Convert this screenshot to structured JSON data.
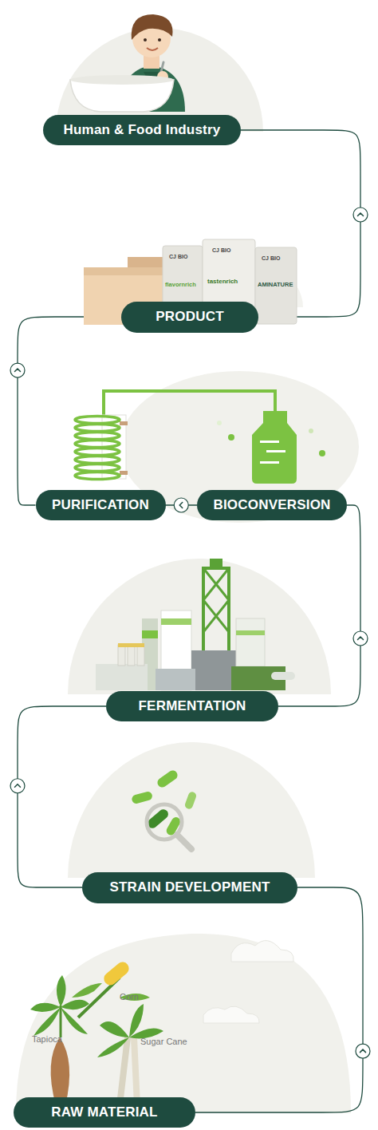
{
  "diagram": {
    "nodes": [
      {
        "text": [
          "Human & Food Industry"
        ]
      },
      {
        "text": [
          "PRODUCT"
        ]
      },
      {
        "text": [
          "PURIFICATION"
        ]
      },
      {
        "text": [
          "BIOCONVERSION"
        ]
      },
      {
        "text": [
          "FERMENTATION"
        ]
      },
      {
        "text": [
          "STRAIN DEVELOPMENT"
        ]
      },
      {
        "text": [
          "RAW MATERIAL"
        ]
      }
    ],
    "edges": [
      {
        "from": 6,
        "to": 5,
        "arrow": "to"
      },
      {
        "from": 5,
        "to": 4,
        "arrow": "to"
      },
      {
        "from": 4,
        "to": 3,
        "arrow": "to"
      },
      {
        "from": 3,
        "to": 2,
        "arrow": "to"
      },
      {
        "from": 2,
        "to": 1,
        "arrow": "to"
      },
      {
        "from": 1,
        "to": 0,
        "arrow": "to"
      }
    ],
    "labels": [
      "CJ BIO",
      "CJ BIO",
      "CJ BIO",
      "flavornrich",
      "tastenrich",
      "AMINATURE",
      "Corn",
      "Tapioca",
      "Sugar Cane"
    ]
  }
}
